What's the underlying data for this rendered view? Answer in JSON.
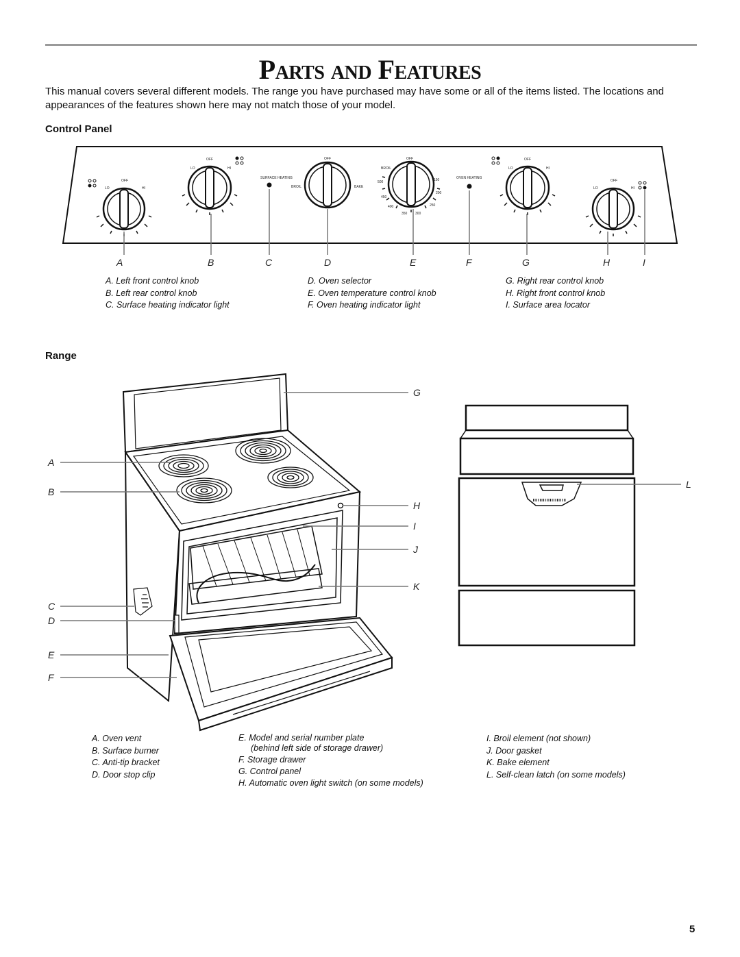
{
  "page": {
    "title": "Parts and Features",
    "intro": "This manual covers several different models. The range you have purchased may have some or all of the items listed. The locations and appearances of the features shown here may not match those of your model.",
    "page_number": "5"
  },
  "control_panel": {
    "heading": "Control Panel",
    "callout_letters": [
      "A",
      "B",
      "C",
      "D",
      "E",
      "F",
      "G",
      "H",
      "I"
    ],
    "knob_labels": {
      "off": "OFF",
      "lo": "LO",
      "hi": "HI",
      "broil": "BROIL",
      "bake": "BAKE"
    },
    "indicator_surface": "SURFACE HEATING",
    "indicator_oven": "OVEN HEATING",
    "temps": [
      "500",
      "450",
      "400",
      "350",
      "300",
      "250",
      "200",
      "150"
    ],
    "captions": {
      "col1": [
        "A. Left front control knob",
        "B. Left rear control knob",
        "C. Surface heating indicator light"
      ],
      "col2": [
        "D. Oven selector",
        "E. Oven temperature control knob",
        "F. Oven heating indicator light"
      ],
      "col3": [
        "G. Right rear control knob",
        "H. Right front control knob",
        "I. Surface area locator"
      ]
    }
  },
  "range": {
    "heading": "Range",
    "callout_letters": {
      "left": [
        "A",
        "B",
        "C",
        "D",
        "E",
        "F"
      ],
      "right": [
        "G",
        "H",
        "I",
        "J",
        "K",
        "L"
      ]
    },
    "captions": {
      "col1": [
        "A. Oven vent",
        "B. Surface burner",
        "C. Anti-tip bracket",
        "D. Door stop clip"
      ],
      "col2": [
        "E. Model and serial number plate",
        "(behind left side of storage drawer)",
        "F. Storage drawer",
        "G. Control panel",
        "H. Automatic oven light switch (on some models)"
      ],
      "col3": [
        "I. Broil element (not shown)",
        "J. Door gasket",
        "K. Bake element",
        "L. Self-clean latch (on some models)"
      ]
    }
  }
}
